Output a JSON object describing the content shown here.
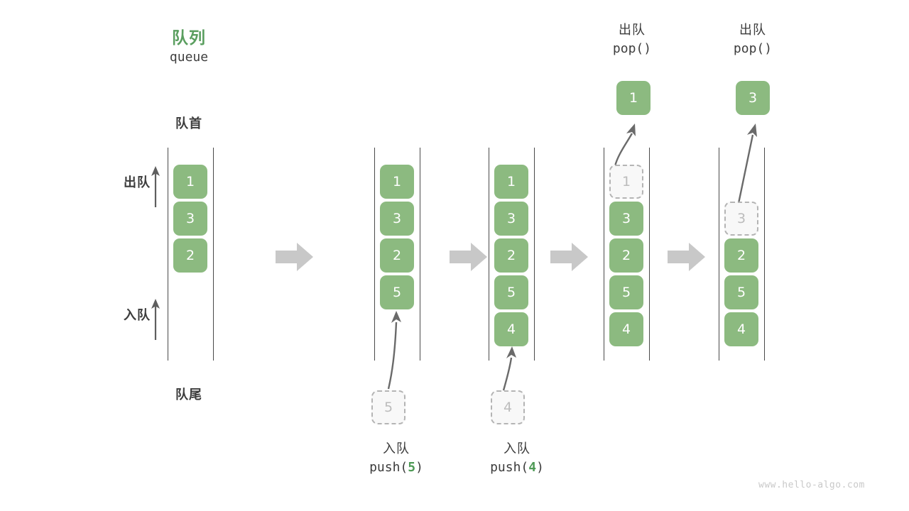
{
  "diagram": {
    "title_cn": "队列",
    "title_en": "queue",
    "front_label": "队首",
    "rear_label": "队尾",
    "dequeue_label": "出队",
    "enqueue_label": "入队",
    "watermark": "www.hello-algo.com",
    "accent_green": "#8cba80",
    "title_green": "#5a9e5f",
    "arrow_gray": "#c8c8c8",
    "rail_gray": "#4a4a4a",
    "ghost_border": "#b4b4b4"
  },
  "operations": {
    "push5": {
      "cn": "入队",
      "code_prefix": "push(",
      "code_arg": "5",
      "code_suffix": ")"
    },
    "push4": {
      "cn": "入队",
      "code_prefix": "push(",
      "code_arg": "4",
      "code_suffix": ")"
    },
    "pop1": {
      "cn": "出队",
      "code_prefix": "pop(",
      "code_arg": "",
      "code_suffix": ")"
    },
    "pop2": {
      "cn": "出队",
      "code_prefix": "pop(",
      "code_arg": "",
      "code_suffix": ")"
    }
  },
  "panels": [
    {
      "id": "initial",
      "cells": [
        {
          "value": "1",
          "state": "filled"
        },
        {
          "value": "3",
          "state": "filled"
        },
        {
          "value": "2",
          "state": "filled"
        }
      ],
      "incoming": null,
      "outgoing": null
    },
    {
      "id": "after-push-5",
      "cells": [
        {
          "value": "1",
          "state": "filled"
        },
        {
          "value": "3",
          "state": "filled"
        },
        {
          "value": "2",
          "state": "filled"
        },
        {
          "value": "5",
          "state": "filled"
        }
      ],
      "incoming": {
        "value": "5",
        "state": "ghost"
      },
      "outgoing": null
    },
    {
      "id": "after-push-4",
      "cells": [
        {
          "value": "1",
          "state": "filled"
        },
        {
          "value": "3",
          "state": "filled"
        },
        {
          "value": "2",
          "state": "filled"
        },
        {
          "value": "5",
          "state": "filled"
        },
        {
          "value": "4",
          "state": "filled"
        }
      ],
      "incoming": {
        "value": "4",
        "state": "ghost"
      },
      "outgoing": null
    },
    {
      "id": "after-pop-1",
      "cells": [
        {
          "value": "1",
          "state": "ghost"
        },
        {
          "value": "3",
          "state": "filled"
        },
        {
          "value": "2",
          "state": "filled"
        },
        {
          "value": "5",
          "state": "filled"
        },
        {
          "value": "4",
          "state": "filled"
        }
      ],
      "incoming": null,
      "outgoing": {
        "value": "1",
        "state": "filled"
      }
    },
    {
      "id": "after-pop-3",
      "cells": [
        {
          "value": "3",
          "state": "ghost"
        },
        {
          "value": "2",
          "state": "filled"
        },
        {
          "value": "5",
          "state": "filled"
        },
        {
          "value": "4",
          "state": "filled"
        }
      ],
      "incoming": null,
      "outgoing": {
        "value": "3",
        "state": "filled"
      }
    }
  ]
}
